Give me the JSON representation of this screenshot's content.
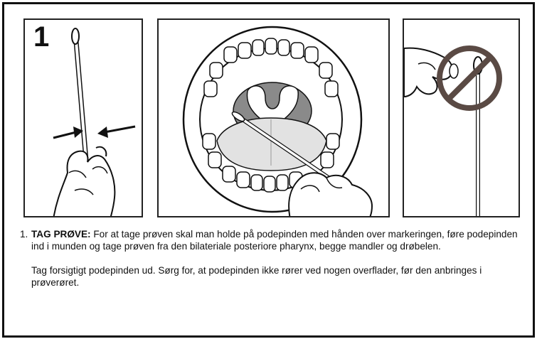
{
  "step_number": "1",
  "instruction": {
    "number": "1.",
    "title": "TAG PRØVE:",
    "paragraph1": " For at tage prøven skal man holde på podepinden med hånden over markeringen, føre podepinden ind i munden og tage prøven fra den bilateriale posteriore pharynx, begge mandler og drøbelen.",
    "paragraph2": "Tag forsigtigt podepinden ud. Sørg for, at podepinden ikke rører ved nogen overflader, før den anbringes i prøverøret."
  },
  "icons": [
    "hand-holding-swab-icon",
    "open-mouth-swab-icon",
    "do-not-touch-tip-icon"
  ]
}
